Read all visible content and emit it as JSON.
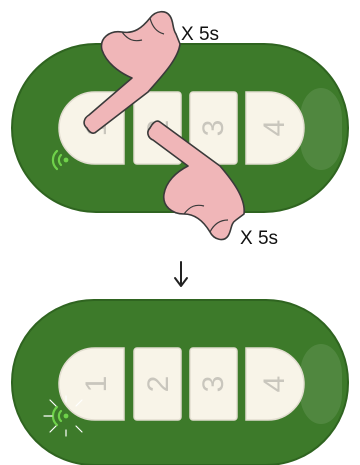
{
  "colors": {
    "remote_body": "#3d7a2a",
    "remote_body_edge": "#2f6420",
    "button_face": "#f8f4e8",
    "button_edge": "#e2ddd0",
    "digit": "#c9c6bd",
    "hand_fill": "#f0b6b8",
    "hand_stroke": "#3a3a3a",
    "led": "#6fd24a",
    "arrow": "#222222"
  },
  "step1": {
    "buttons": [
      "1",
      "2",
      "3",
      "4"
    ],
    "hand_top_label": "X 5s",
    "hand_bottom_label": "X 5s",
    "pressed_buttons": [
      "1",
      "2"
    ],
    "led_icon": "signal-waves-icon"
  },
  "transition": {
    "arrow_icon": "down-arrow-icon"
  },
  "step2": {
    "buttons": [
      "1",
      "2",
      "3",
      "4"
    ],
    "led_icon": "flashing-signal-icon"
  }
}
